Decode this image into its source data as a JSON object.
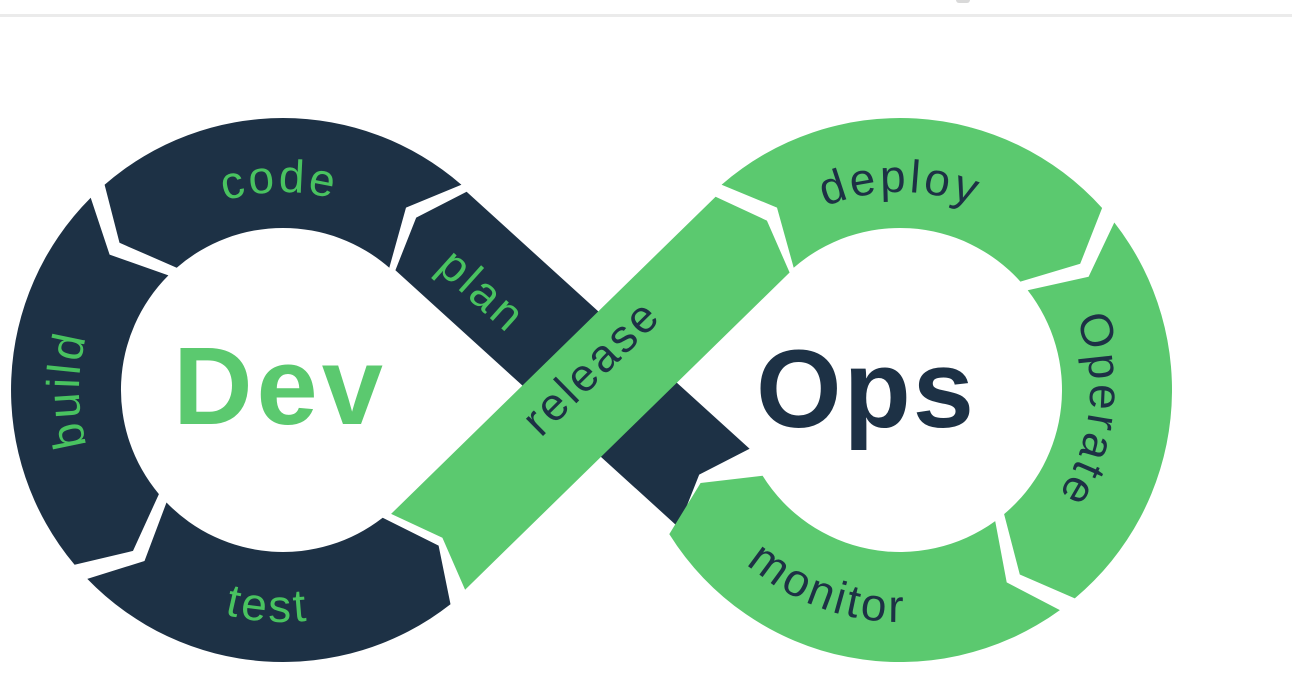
{
  "page": {
    "background": "#ffffff",
    "top_divider_color": "#ebebeb",
    "top_artifact_color": "#c9c9c9"
  },
  "diagram": {
    "name": "devops-infinity-loop",
    "colors": {
      "navy": "#1d3145",
      "green": "#5bc96f",
      "green_label": "#49c360"
    },
    "dev_label": "Dev",
    "ops_label": "Ops",
    "stages": {
      "plan": "plan",
      "code": "code",
      "build": "build",
      "test": "test",
      "release": "release",
      "deploy": "deploy",
      "operate": "Operate",
      "monitor": "monitor"
    }
  }
}
